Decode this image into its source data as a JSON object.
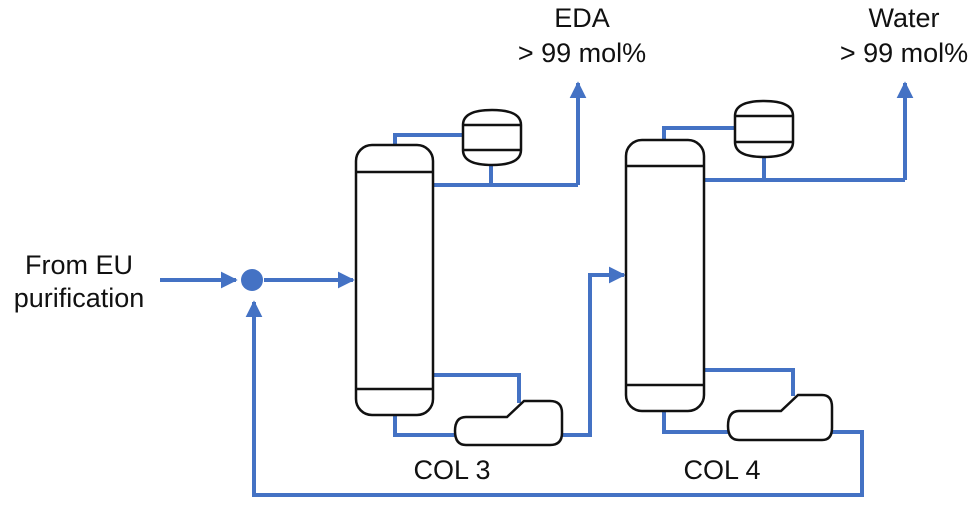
{
  "labels": {
    "feed_line1": "From EU",
    "feed_line2": "purification",
    "col3": "COL 3",
    "col4": "COL 4",
    "eda_title": "EDA",
    "eda_purity": "> 99 mol%",
    "water_title": "Water",
    "water_purity": "> 99 mol%"
  },
  "colors": {
    "stream": "#4472C4",
    "equipment": "#111111"
  }
}
